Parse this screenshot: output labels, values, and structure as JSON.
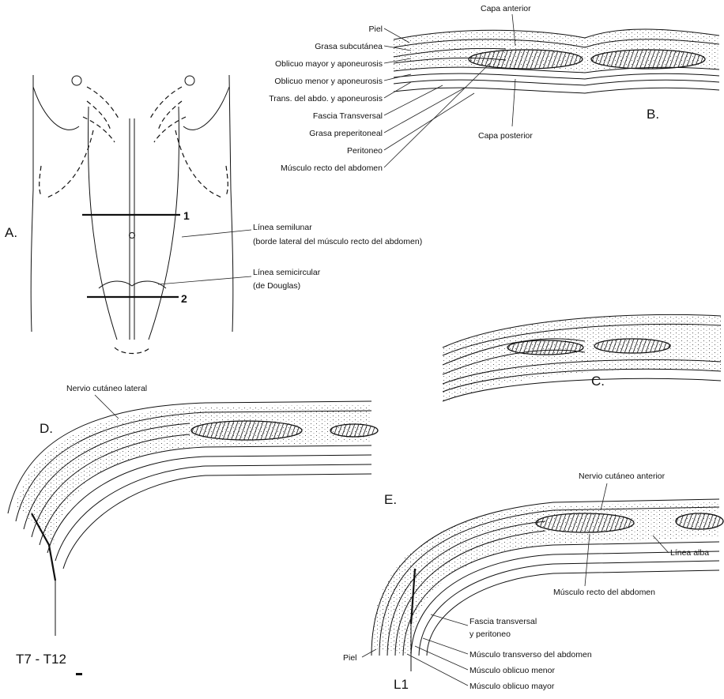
{
  "panels": {
    "a": {
      "letter": "A.",
      "line1": "1",
      "line2": "2"
    },
    "b": {
      "letter": "B."
    },
    "c": {
      "letter": "C."
    },
    "d": {
      "letter": "D.",
      "segment": "T7 - T12"
    },
    "e": {
      "letter": "E.",
      "segment": "L1"
    }
  },
  "labels_b": {
    "piel": "Piel",
    "grasa_subcutanea": "Grasa subcutánea",
    "oblicuo_mayor": "Oblicuo mayor y aponeurosis",
    "oblicuo_menor": "Oblicuo menor y aponeurosis",
    "transverso": "Trans. del abdo. y aponeurosis",
    "fascia_transversal": "Fascia Transversal",
    "grasa_preperitoneal": "Grasa preperitoneal",
    "peritoneo": "Peritoneo",
    "musculo_recto": "Músculo recto del abdomen",
    "capa_anterior": "Capa anterior",
    "capa_posterior": "Capa posterior"
  },
  "labels_a": {
    "semilunar_1": "Línea semilunar",
    "semilunar_2": "(borde lateral del músculo recto del abdomen)",
    "semicircular_1": "Línea semicircular",
    "semicircular_2": "(de Douglas)"
  },
  "labels_d": {
    "nervio_lateral": "Nervio cutáneo lateral"
  },
  "labels_e": {
    "nervio_anterior": "Nervio cutáneo anterior",
    "linea_alba": "Línea alba",
    "musculo_recto": "Músculo recto del abdomen",
    "fascia_1": "Fascia transversal",
    "fascia_2": "y peritoneo",
    "transverso": "Músculo transverso del abdomen",
    "oblicuo_menor": "Músculo oblicuo menor",
    "oblicuo_mayor": "Músculo oblicuo mayor",
    "piel": "Piel"
  }
}
